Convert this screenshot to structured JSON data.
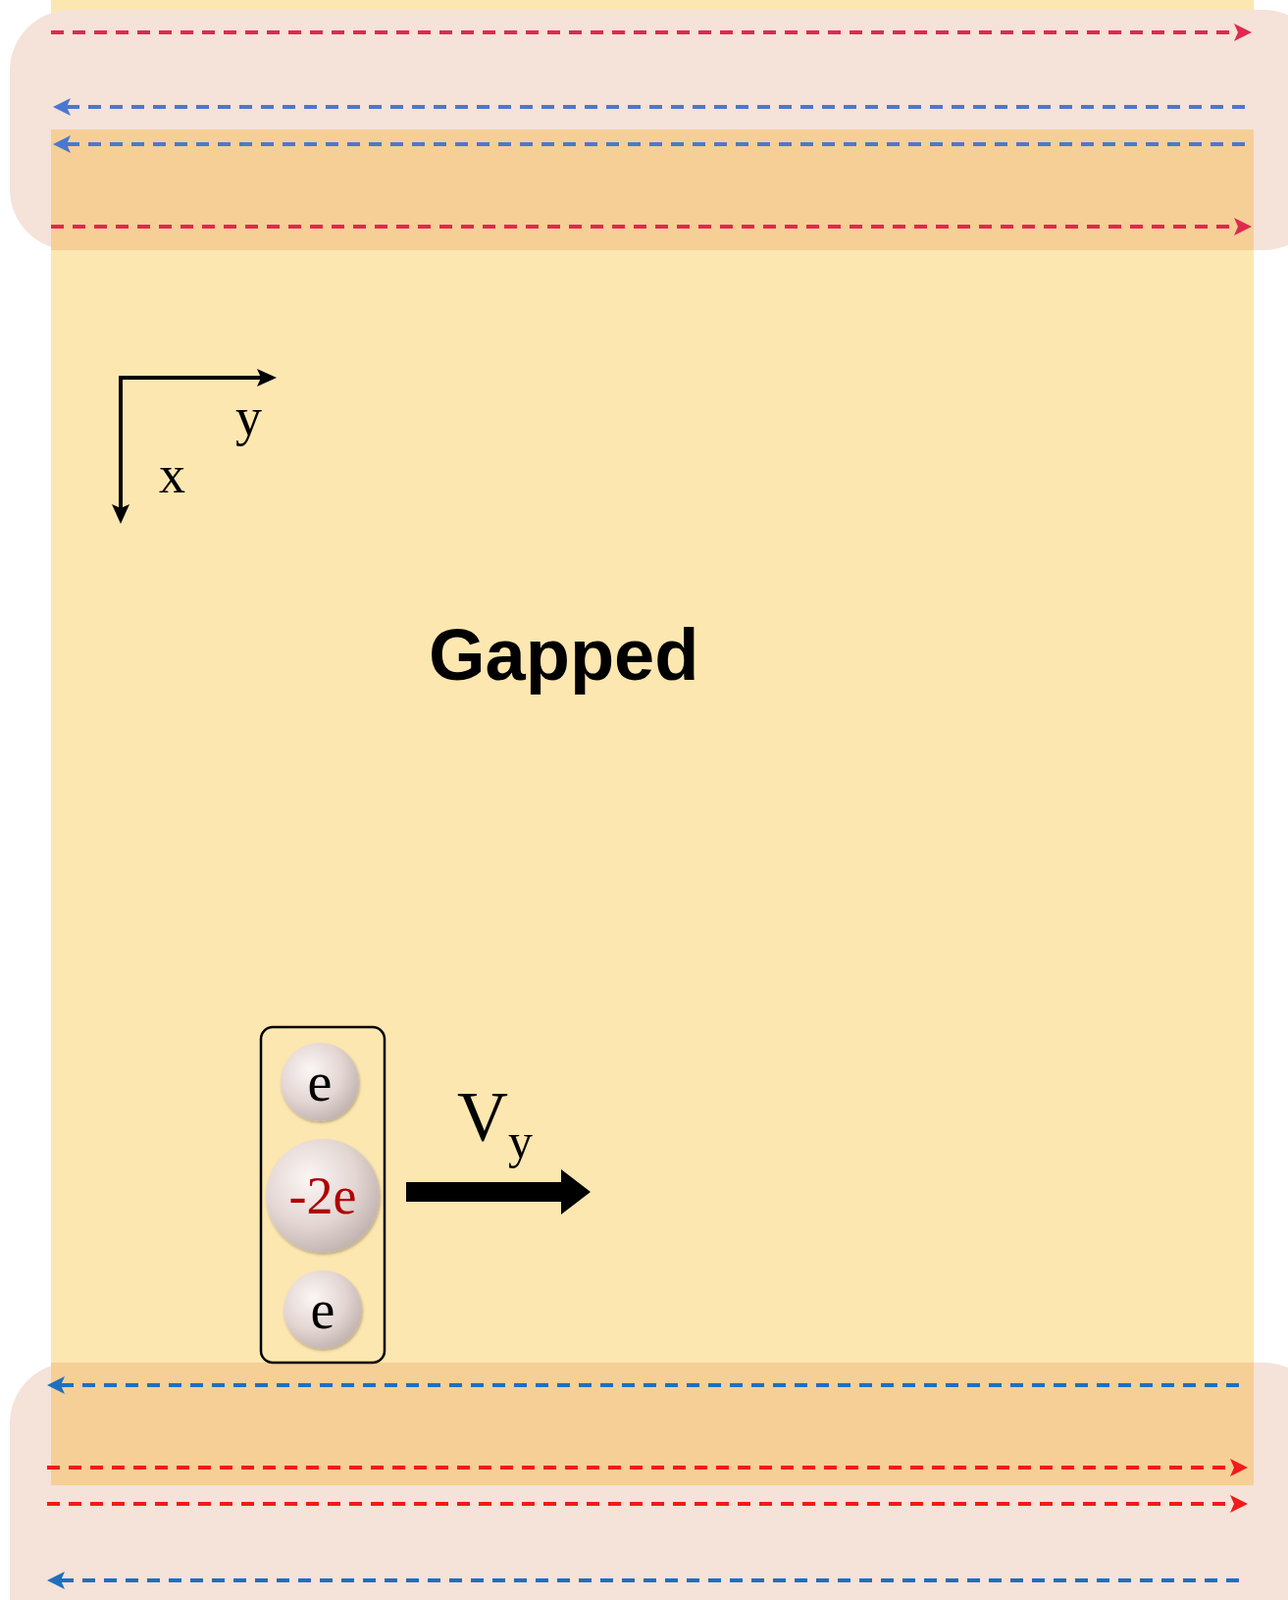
{
  "diagram": {
    "nodes": [
      {
        "text": [
          "e"
        ]
      },
      {
        "text": [
          "-2e"
        ]
      },
      {
        "text": [
          "e"
        ]
      }
    ],
    "labels": [
      "y",
      "x",
      "Gapped",
      "V",
      "y"
    ]
  }
}
